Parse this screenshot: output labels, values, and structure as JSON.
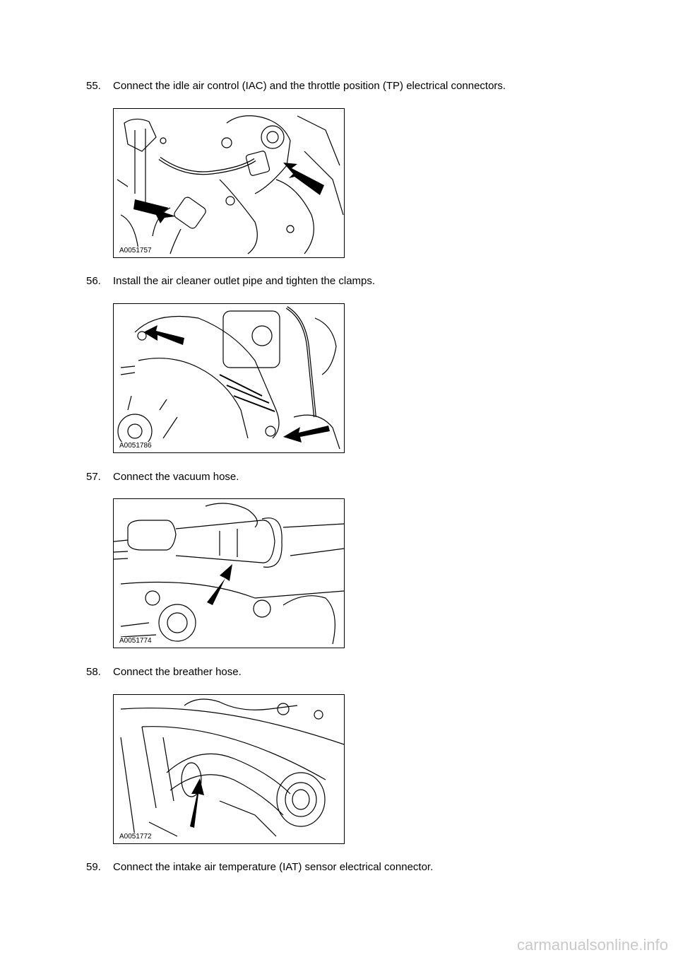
{
  "steps": [
    {
      "number": "55.",
      "text": "Connect the idle air control (IAC) and the throttle position (TP) electrical connectors.",
      "figure_id": "A0051757"
    },
    {
      "number": "56.",
      "text": "Install the air cleaner outlet pipe and tighten the clamps.",
      "figure_id": "A0051786"
    },
    {
      "number": "57.",
      "text": "Connect the vacuum hose.",
      "figure_id": "A0051774"
    },
    {
      "number": "58.",
      "text": "Connect the breather hose.",
      "figure_id": "A0051772"
    },
    {
      "number": "59.",
      "text": "Connect the intake air temperature (IAT) sensor electrical connector."
    }
  ],
  "watermark": "carmanualsonline.info"
}
